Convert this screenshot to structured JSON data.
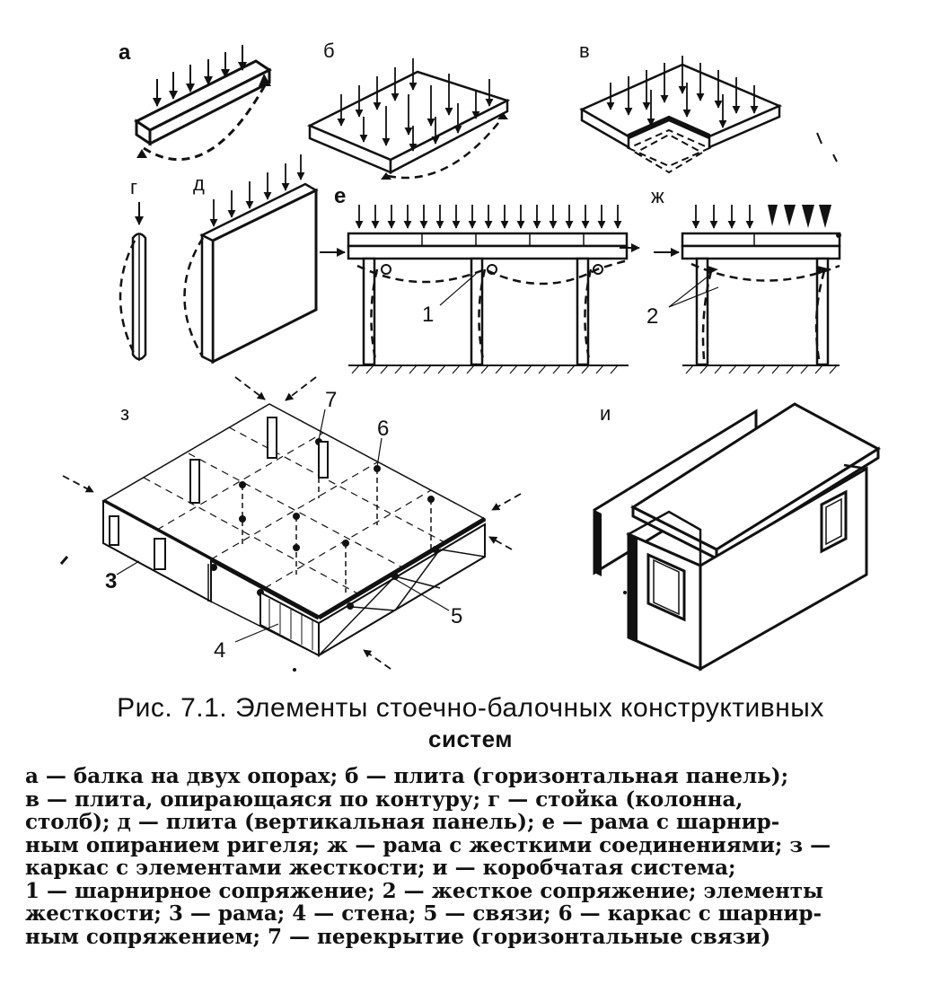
{
  "panel_labels": {
    "a": "а",
    "b": "б",
    "v": "в",
    "g": "г",
    "d": "д",
    "e": "е",
    "zh": "ж",
    "z": "з",
    "i": "и"
  },
  "callouts": {
    "c1": "1",
    "c2": "2",
    "c3": "3",
    "c4": "4",
    "c5": "5",
    "c6": "6",
    "c7": "7"
  },
  "caption": {
    "title_line1": "Рис. 7.1. Элементы стоечно-балочных конструктивных",
    "title_line2": "систем",
    "lines": [
      "а — балка на двух опорах; б — плита (горизонтальная панель);",
      "в — плита, опирающаяся по контуру; г — стойка (колонна,",
      "столб); д — плита (вертикальная панель); е — рама с шарнир-",
      "ным опиранием ригеля; ж — рама с жесткими соединениями; з —",
      "каркас с элементами жесткости; и — коробчатая система;",
      "1 — шарнирное сопряжение; 2 — жесткое сопряжение; элементы",
      "жесткости; 3 — рама; 4 — стена; 5 — связи; 6 — каркас с шарнир-",
      "ным сопряжением; 7 — перекрытие (горизонтальные связи)"
    ]
  },
  "colors": {
    "ink": "#111111",
    "paper": "#ffffff"
  }
}
